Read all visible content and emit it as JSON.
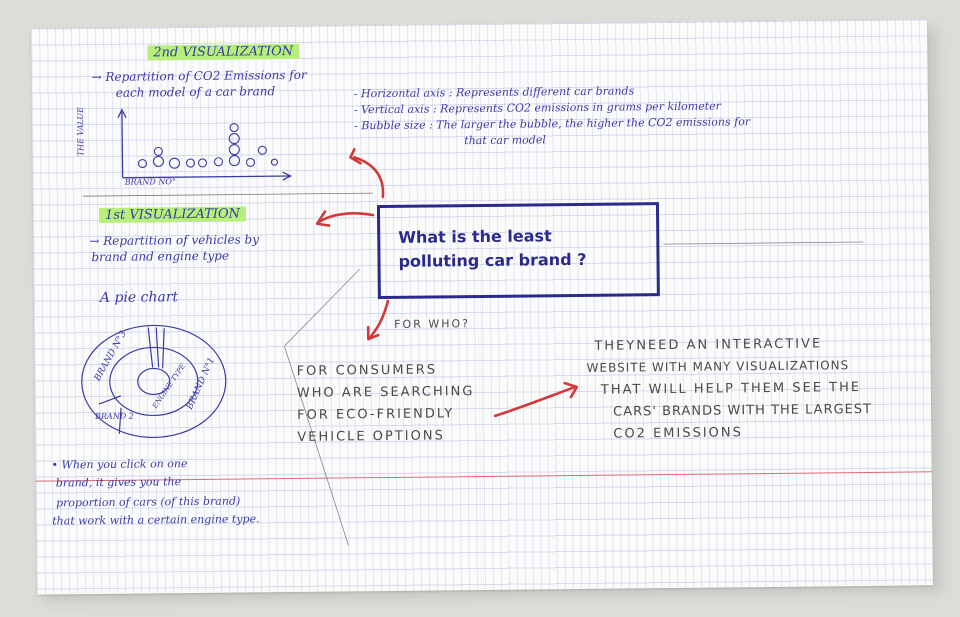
{
  "question": {
    "line1": "What is the least",
    "line2": "polluting car brand ?"
  },
  "for_who": "FOR WHO?",
  "consumers": [
    "FOR CONSUMERS",
    "WHO ARE SEARCHING",
    "FOR ECO-FRIENDLY",
    "VEHICLE OPTIONS"
  ],
  "need": [
    "THEYNEED AN INTERACTIVE",
    "WEBSITE WITH MANY VISUALIZATIONS",
    "THAT WILL HELP THEM SEE THE",
    "CARS' BRANDS WITH THE LARGEST",
    "CO2 EMISSIONS"
  ],
  "viz2": {
    "title": "2nd VISUALIZATION",
    "desc1": "→ Repartition of CO2 Emissions for",
    "desc2": "each model of a car brand",
    "y_label": "THE VALUE",
    "x_label": "BRAND NO°",
    "notes": [
      "- Horizontal axis : Represents different car brands",
      "- Vertical axis : Represents CO2 emissions in grams per kilometer",
      "- Bubble size : The larger the bubble, the higher the CO2 emissions for",
      "that car model"
    ]
  },
  "viz1": {
    "title": "1st VISUALIZATION",
    "desc1": "→ Repartition of vehicles by",
    "desc2": "brand and engine type",
    "pie_label": "A pie chart",
    "ring_brand3": "BRAND N°3",
    "ring_brand1": "BRAND N°1",
    "ring_brand2": "BRAND 2",
    "ring_engine": "ENGINE TYPE",
    "note": [
      "• When you click on one",
      "brand, it gives you the",
      "proportion of cars (of this brand)",
      "that work with a certain engine type."
    ]
  },
  "colors": {
    "ink_blue": "#3a3aa8",
    "ink_red": "#d23a3a",
    "highlight": "#b6f07a",
    "pencil": "#4a4a4a"
  }
}
